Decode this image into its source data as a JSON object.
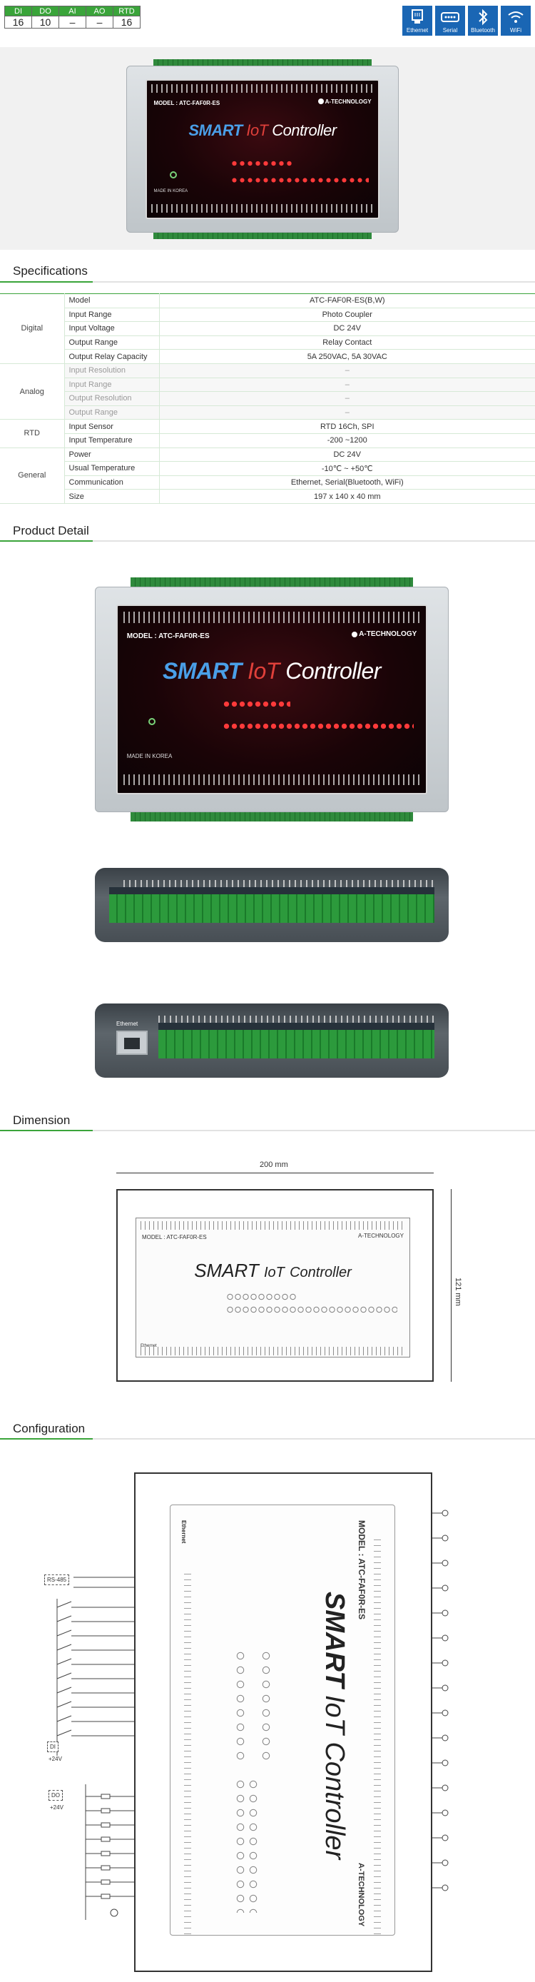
{
  "io_table": {
    "headers": [
      "DI",
      "DO",
      "AI",
      "AO",
      "RTD"
    ],
    "values": [
      "16",
      "10",
      "–",
      "–",
      "16"
    ]
  },
  "comm_icons": [
    {
      "label": "Ethernet",
      "icon": "ethernet-icon"
    },
    {
      "label": "Serial",
      "icon": "serial-icon"
    },
    {
      "label": "Bluetooth",
      "icon": "bluetooth-icon"
    },
    {
      "label": "WiFi",
      "icon": "wifi-icon"
    }
  ],
  "device": {
    "model_label": "MODEL : ATC-FAF0R-ES",
    "brand": "A-TECHNOLOGY",
    "title_smart": "SMART",
    "title_iot": "IoT",
    "title_controller": "Controller",
    "made_in": "MADE IN KOREA",
    "ethernet_label": "Ethernet"
  },
  "sections": {
    "specifications": "Specifications",
    "product_detail": "Product Detail",
    "dimension": "Dimension",
    "configuration": "Configuration"
  },
  "spec_table": [
    {
      "category": "Digital",
      "item": "Model",
      "value": "ATC-FAF0R-ES(B,W)",
      "span": 5
    },
    {
      "item": "Input Range",
      "value": "Photo Coupler"
    },
    {
      "item": "Input Voltage",
      "value": "DC 24V"
    },
    {
      "item": "Output Range",
      "value": "Relay Contact"
    },
    {
      "item": "Output Relay Capacity",
      "value": "5A 250VAC, 5A 30VAC"
    },
    {
      "category": "Analog",
      "item": "Input Resolution",
      "value": "–",
      "span": 4,
      "dim": true
    },
    {
      "item": "Input Range",
      "value": "–",
      "dim": true
    },
    {
      "item": "Output Resolution",
      "value": "–",
      "dim": true
    },
    {
      "item": "Output Range",
      "value": "–",
      "dim": true
    },
    {
      "category": "RTD",
      "item": "Input Sensor",
      "value": "RTD 16Ch, SPI",
      "span": 2
    },
    {
      "item": "Input Temperature",
      "value": "-200 ~1200"
    },
    {
      "category": "General",
      "item": "Power",
      "value": "DC 24V",
      "span": 4
    },
    {
      "item": "Usual Temperature",
      "value": "-10℃ ~ +50℃"
    },
    {
      "item": "Communication",
      "value": "Ethernet, Serial(Bluetooth, WiFi)"
    },
    {
      "item": "Size",
      "value": "197 x 140 x 40 mm"
    }
  ],
  "dimension": {
    "width_label": "200 mm",
    "height_label": "121 mm"
  },
  "configuration": {
    "rs485_label": "RS-485",
    "di_label": "DI",
    "di_voltage": "+24V",
    "do_label": "DO",
    "do_voltage": "+24V"
  },
  "colors": {
    "accent_green": "#3aa43a",
    "icon_blue": "#1a66b4",
    "device_face": "#1a0407"
  }
}
